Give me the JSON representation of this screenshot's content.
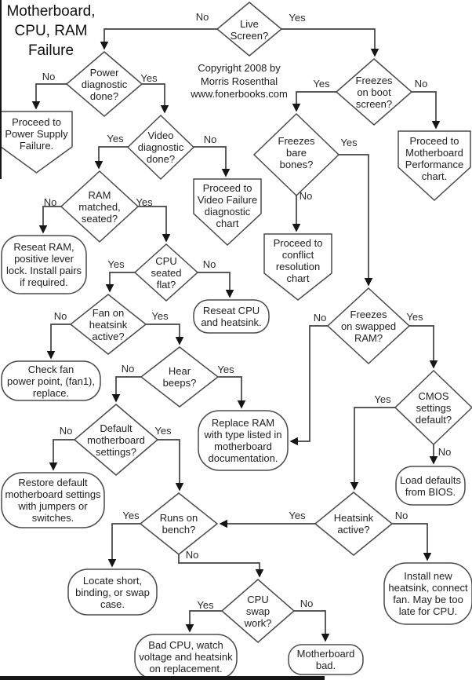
{
  "title": "Motherboard,\nCPU, RAM\nFailure",
  "copyright": "Copyright 2008 by\nMorris Rosenthal\nwww.fonerbooks.com",
  "labels": {
    "yes": "Yes",
    "no": "No"
  },
  "nodes": {
    "live_screen": "Live\nScreen?",
    "power_diagnostic": "Power\ndiagnostic\ndone?",
    "video_diagnostic": "Video\ndiagnostic\ndone?",
    "ram_matched": "RAM\nmatched,\nseated?",
    "cpu_seated": "CPU\nseated\nflat?",
    "fan_heatsink": "Fan on\nheatsink\nactive?",
    "hear_beeps": "Hear\nbeeps?",
    "default_settings": "Default\nmotherboard\nsettings?",
    "freezes_boot": "Freezes\non boot\nscreen?",
    "freezes_bare": "Freezes\nbare\nbones?",
    "freezes_swapped": "Freezes\non swapped\nRAM?",
    "cmos_default": "CMOS\nsettings\ndefault?",
    "heatsink_active": "Heatsink\nactive?",
    "runs_bench": "Runs on\nbench?",
    "cpu_swap": "CPU\nswap\nwork?",
    "power_supply_failure": "Proceed to\nPower Supply\nFailure.",
    "video_failure": "Proceed to\nVideo Failure\ndiagnostic\nchart",
    "mb_performance": "Proceed to\nMotherboard\nPerformance\nchart.",
    "conflict_resolution": "Proceed to\nconflict\nresolution\nchart",
    "reseat_ram": "Reseat RAM,\npositive lever\nlock. Install pairs\nif required.",
    "reseat_cpu": "Reseat CPU\nand heatsink.",
    "check_fan": "Check fan\npower point, (fan1),\nreplace.",
    "replace_ram": "Replace RAM\nwith type listed in\nmotherboard\ndocumentation.",
    "restore_default": "Restore default\nmotherboard settings\nwith jumpers or\nswitches.",
    "load_defaults": "Load defaults\nfrom BIOS.",
    "locate_short": "Locate short,\nbinding, or swap\ncase.",
    "install_heatsink": "Install new\nheatsink, connect\nfan. May be too\nlate for CPU.",
    "bad_cpu": "Bad CPU, watch\nvoltage and heatsink\non replacement.",
    "motherboard_bad": "Motherboard\nbad."
  }
}
